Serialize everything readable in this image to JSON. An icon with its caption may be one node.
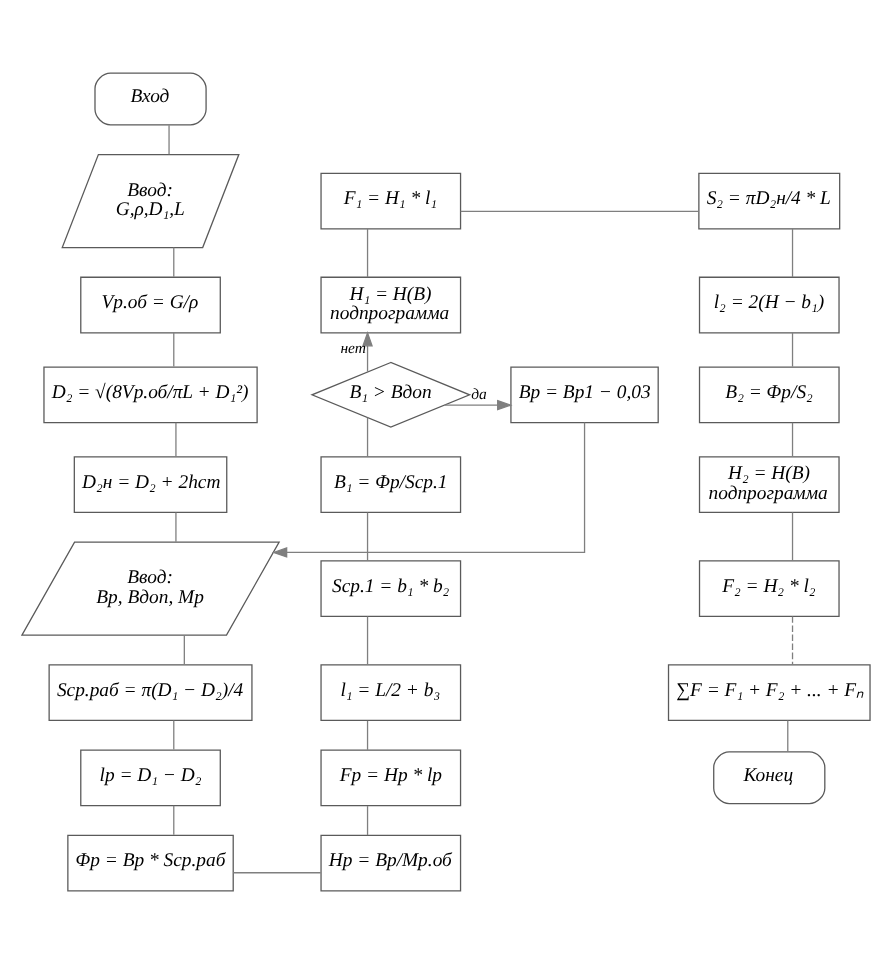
{
  "diagram": {
    "nodes": [
      {
        "text": [
          "Вход"
        ]
      },
      {
        "text": [
          "Ввод:",
          "G,ρ,D₁,L"
        ]
      },
      {
        "text": [
          "Vр.об = G/ρ"
        ]
      },
      {
        "text": [
          "D₂ = √(8Vр.об/πL + D₁²)"
        ]
      },
      {
        "text": [
          "D₂н = D₂ + 2hст"
        ]
      },
      {
        "text": [
          "Ввод:",
          "Bр, Bдоп, Mр"
        ]
      },
      {
        "text": [
          "Sср.раб = π(D₁ − D₂)/4"
        ]
      },
      {
        "text": [
          "lр = D₁ − D₂"
        ]
      },
      {
        "text": [
          "Φр = Bр * Sср.раб"
        ]
      },
      {
        "text": [
          "Hр = Bр/Mр.об"
        ]
      },
      {
        "text": [
          "Fр = Hр * lр"
        ]
      },
      {
        "text": [
          "l₁ = L/2 + b₃"
        ]
      },
      {
        "text": [
          "Sср.1 = b₁ * b₂"
        ]
      },
      {
        "text": [
          "B₁ = Φр/Sср.1"
        ]
      },
      {
        "text": [
          "B₁ > Bдоп"
        ]
      },
      {
        "text": [
          "H₁ = H(B)",
          "подпрограмма"
        ]
      },
      {
        "text": [
          "F₁ = H₁ * l₁"
        ]
      },
      {
        "text": [
          "Bр = Bр1 − 0,03"
        ]
      },
      {
        "text": [
          "S₂ = πD₂н/4 * L"
        ]
      },
      {
        "text": [
          "l₂ = 2(H − b₁)"
        ]
      },
      {
        "text": [
          "B₂ = Φр/S₂"
        ]
      },
      {
        "text": [
          "H₂ = H(B)",
          "подпрограмма"
        ]
      },
      {
        "text": [
          "F₂ = H₂ * l₂"
        ]
      },
      {
        "text": [
          "∑F = F₁ + F₂ + ... + Fₙ"
        ]
      },
      {
        "text": [
          "Конец"
        ]
      }
    ],
    "edges": [
      {
        "from": 0,
        "to": 1,
        "arrow": "none"
      },
      {
        "from": 1,
        "to": 2,
        "arrow": "none"
      },
      {
        "from": 2,
        "to": 3,
        "arrow": "none"
      },
      {
        "from": 3,
        "to": 4,
        "arrow": "none"
      },
      {
        "from": 4,
        "to": 5,
        "arrow": "none"
      },
      {
        "from": 5,
        "to": 6,
        "arrow": "none"
      },
      {
        "from": 6,
        "to": 7,
        "arrow": "none"
      },
      {
        "from": 7,
        "to": 8,
        "arrow": "none"
      },
      {
        "from": 8,
        "to": 9,
        "arrow": "none"
      },
      {
        "from": 9,
        "to": 10,
        "arrow": "none"
      },
      {
        "from": 10,
        "to": 11,
        "arrow": "none"
      },
      {
        "from": 11,
        "to": 12,
        "arrow": "none"
      },
      {
        "from": 12,
        "to": 13,
        "arrow": "none"
      },
      {
        "from": 13,
        "to": 14,
        "arrow": "none"
      },
      {
        "from": 14,
        "to": 15,
        "arrow": "to",
        "label": "нет"
      },
      {
        "from": 14,
        "to": 17,
        "arrow": "to",
        "label": "да"
      },
      {
        "from": 17,
        "to": 5,
        "arrow": "to"
      },
      {
        "from": 15,
        "to": 16,
        "arrow": "none"
      },
      {
        "from": 16,
        "to": 18,
        "arrow": "none"
      },
      {
        "from": 18,
        "to": 19,
        "arrow": "none"
      },
      {
        "from": 19,
        "to": 20,
        "arrow": "none"
      },
      {
        "from": 20,
        "to": 21,
        "arrow": "none"
      },
      {
        "from": 21,
        "to": 22,
        "arrow": "none"
      },
      {
        "from": 22,
        "to": 23,
        "arrow": "none",
        "style": "dashed"
      },
      {
        "from": 23,
        "to": 24,
        "arrow": "none"
      }
    ]
  }
}
